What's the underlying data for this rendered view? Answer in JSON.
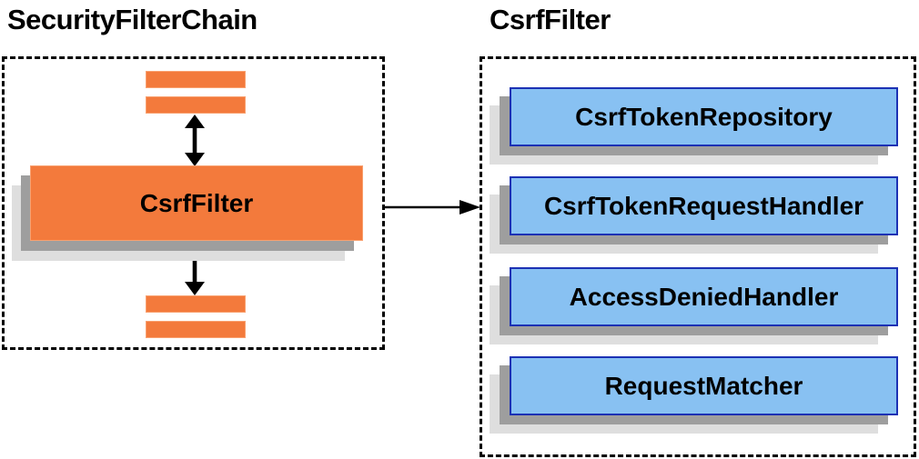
{
  "left_panel": {
    "title": "SecurityFilterChain",
    "node_label": "CsrfFilter"
  },
  "right_panel": {
    "title": "CsrfFilter",
    "components": [
      "CsrfTokenRepository",
      "CsrfTokenRequestHandler",
      "AccessDeniedHandler",
      "RequestMatcher"
    ]
  },
  "icons": {
    "double_arrow": "double-arrow-icon",
    "flow_arrow": "arrow-right-icon"
  },
  "colors": {
    "orange": "#F37A3C",
    "orange-border": "#F9A170",
    "blue-fill": "#88C1F2",
    "blue-border": "#1C31B4",
    "shadow-dark": "#9E9E9E",
    "shadow-light": "#DEDEDE",
    "arrow": "#000000"
  }
}
